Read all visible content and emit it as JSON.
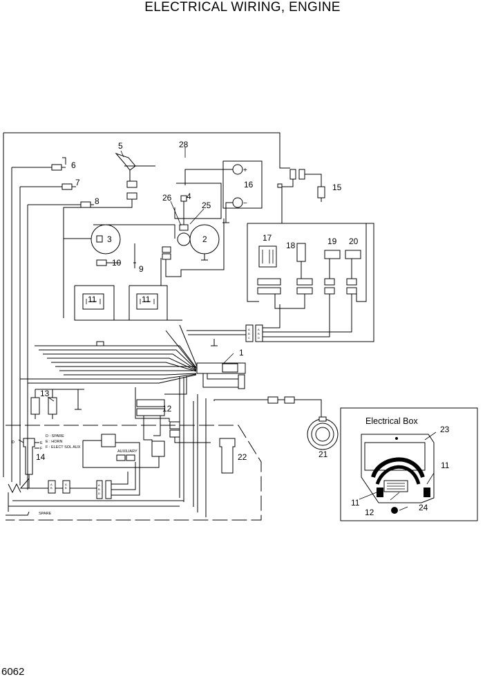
{
  "title": "ELECTRICAL WIRING, ENGINE",
  "page_number": "6062",
  "callouts": {
    "c1": "1",
    "c2": "2",
    "c3": "3",
    "c4": "4",
    "c5": "5",
    "c6": "6",
    "c7": "7",
    "c8": "8",
    "c9": "9",
    "c10": "10",
    "c11a": "11",
    "c11b": "11",
    "c12": "12",
    "c13": "13",
    "c14": "14",
    "c15": "15",
    "c16": "16",
    "c17": "17",
    "c18": "18",
    "c19": "19",
    "c20": "20",
    "c21": "21",
    "c22": "22",
    "c25": "25",
    "c26": "26",
    "c28": "28"
  },
  "battery": {
    "plus": "+",
    "minus": "−"
  },
  "joystick_legend": {
    "d": "D : SPARE",
    "e": "E : HORN",
    "f": "F : ELECT SOL AUX",
    "pin_d": "D",
    "pin_e": "E",
    "pin_f": "F"
  },
  "auxiliary_label": "AUXILIARY",
  "spare_label": "SPARE",
  "connector_pins": {
    "abcd": [
      "A",
      "B",
      "C",
      "D"
    ],
    "abc": [
      "A",
      "B",
      "C"
    ],
    "ab": [
      "A",
      "B"
    ],
    "abdc": [
      "A",
      "B",
      "D",
      "C"
    ]
  },
  "electrical_box": {
    "title": "Electrical Box",
    "callouts": {
      "c23": "23",
      "c11a": "11",
      "c11b": "11",
      "c12": "12",
      "c24": "24"
    }
  }
}
